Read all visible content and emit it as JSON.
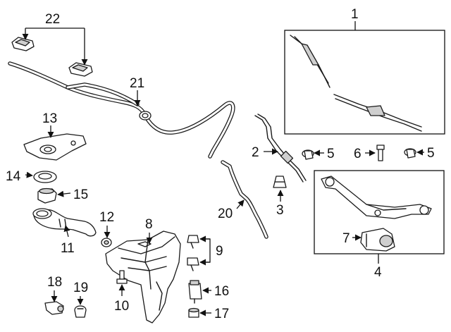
{
  "diagram": {
    "callouts": {
      "c1": "1",
      "c2": "2",
      "c3": "3",
      "c4": "4",
      "c5a": "5",
      "c5b": "5",
      "c6": "6",
      "c7": "7",
      "c8": "8",
      "c9": "9",
      "c10": "10",
      "c11": "11",
      "c12": "12",
      "c13": "13",
      "c14": "14",
      "c15": "15",
      "c16": "16",
      "c17": "17",
      "c18": "18",
      "c19": "19",
      "c20": "20",
      "c21": "21",
      "c22": "22"
    },
    "colors": {
      "line": "#1a1a1a",
      "background": "#ffffff",
      "shade": "#cfcfcf"
    }
  }
}
